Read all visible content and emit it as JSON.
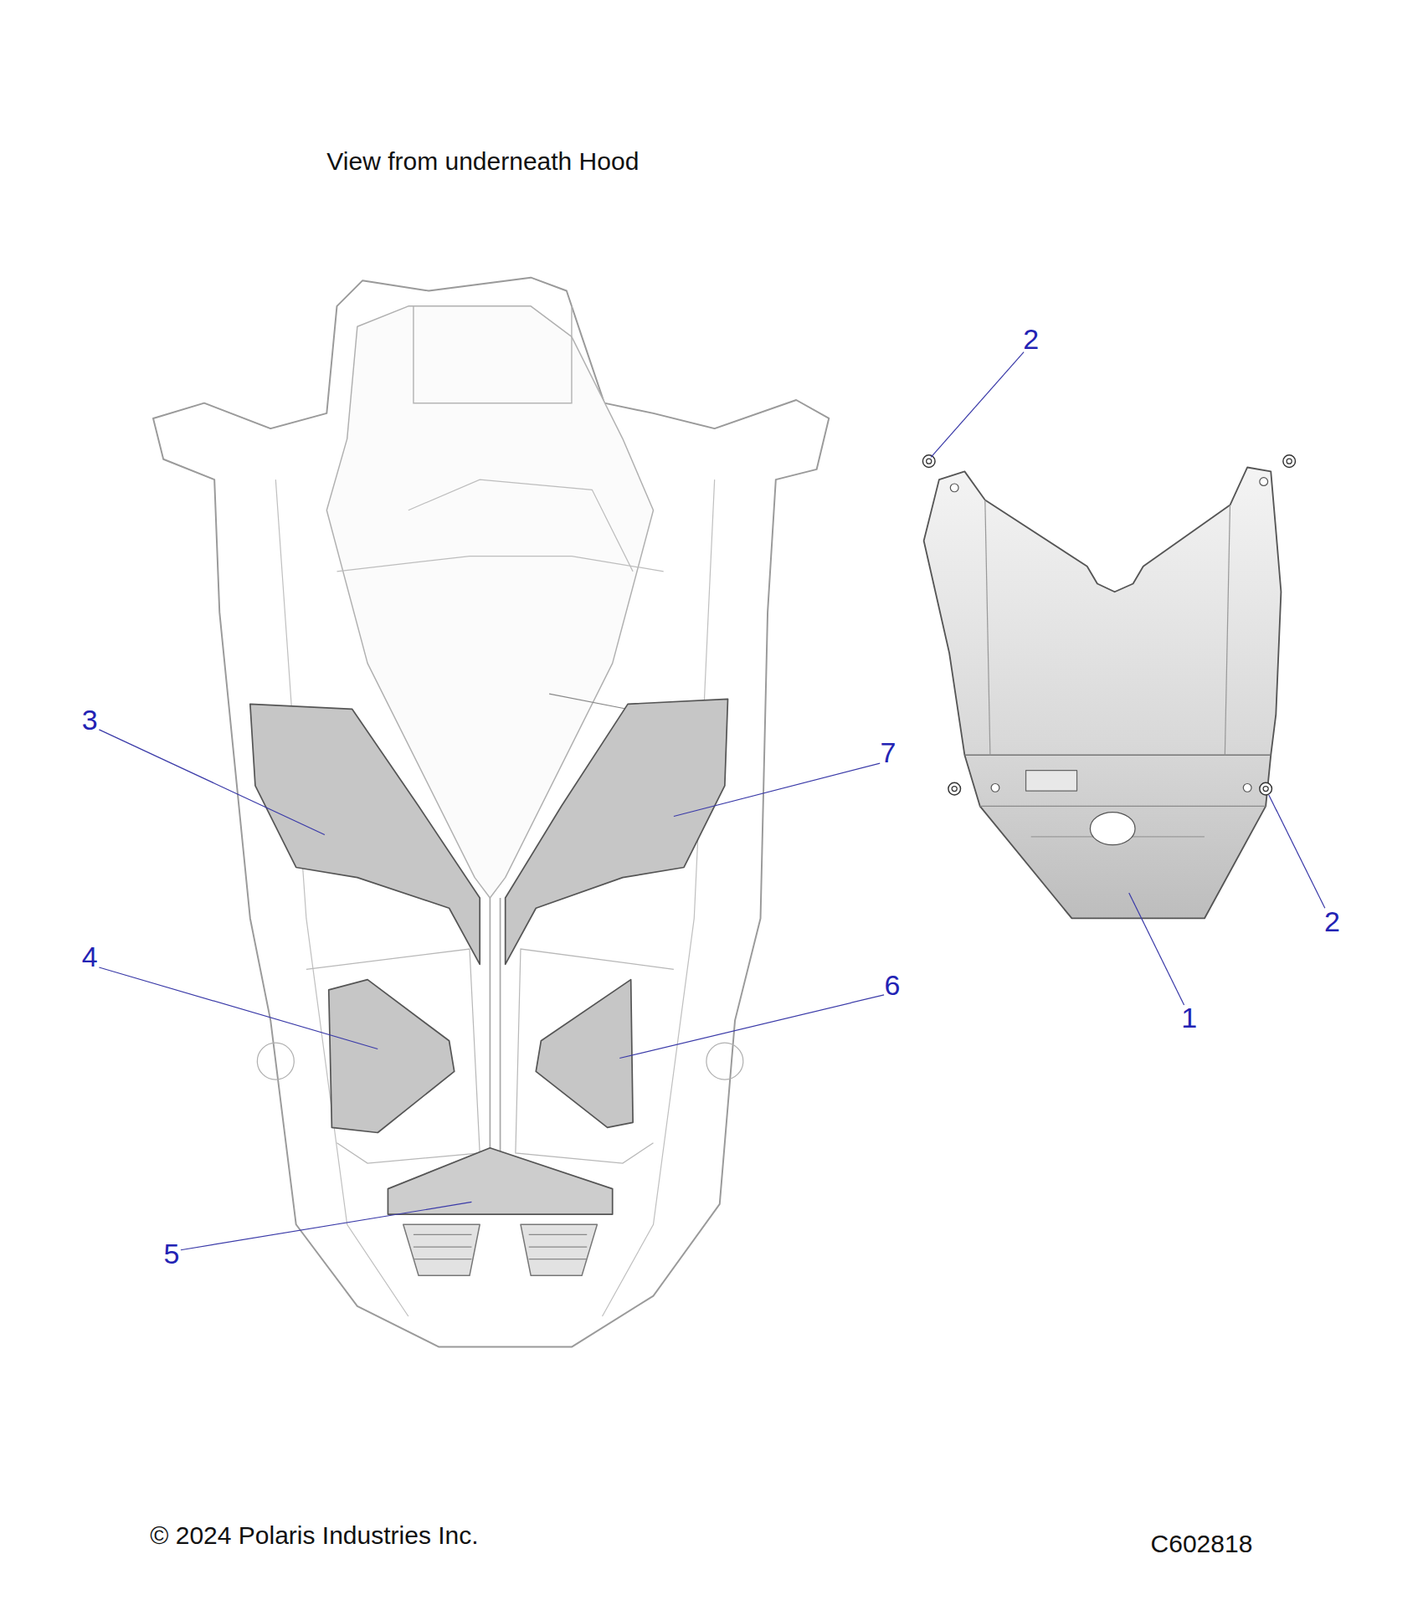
{
  "diagram": {
    "title": "View from underneath Hood",
    "labels": [
      "2",
      "3",
      "7",
      "4",
      "6",
      "1",
      "2",
      "5",
      "© 2024 Polaris Industries Inc.",
      "C602818"
    ]
  }
}
